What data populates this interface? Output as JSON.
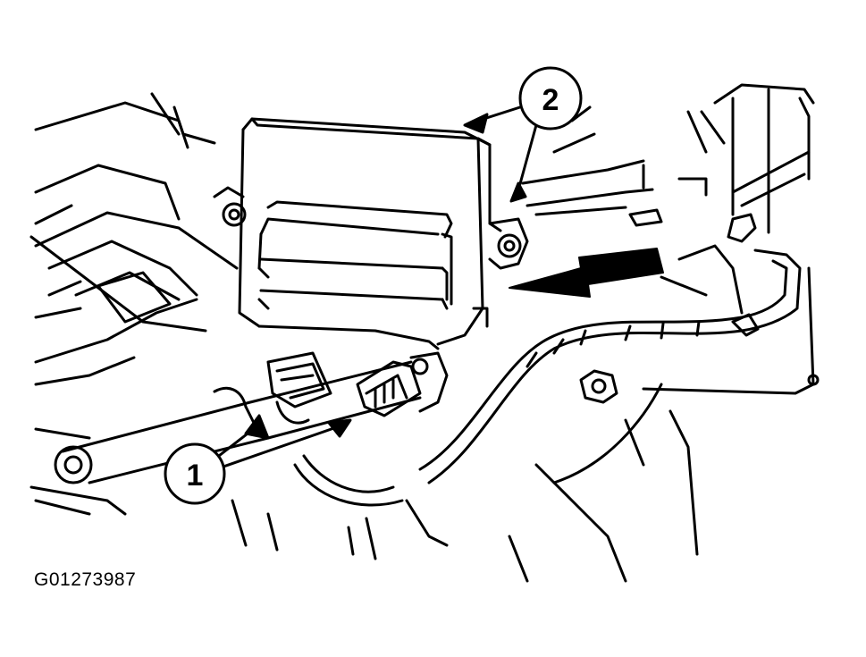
{
  "callouts": [
    {
      "number": "1"
    },
    {
      "number": "2"
    }
  ],
  "figure_id": "G01273987"
}
